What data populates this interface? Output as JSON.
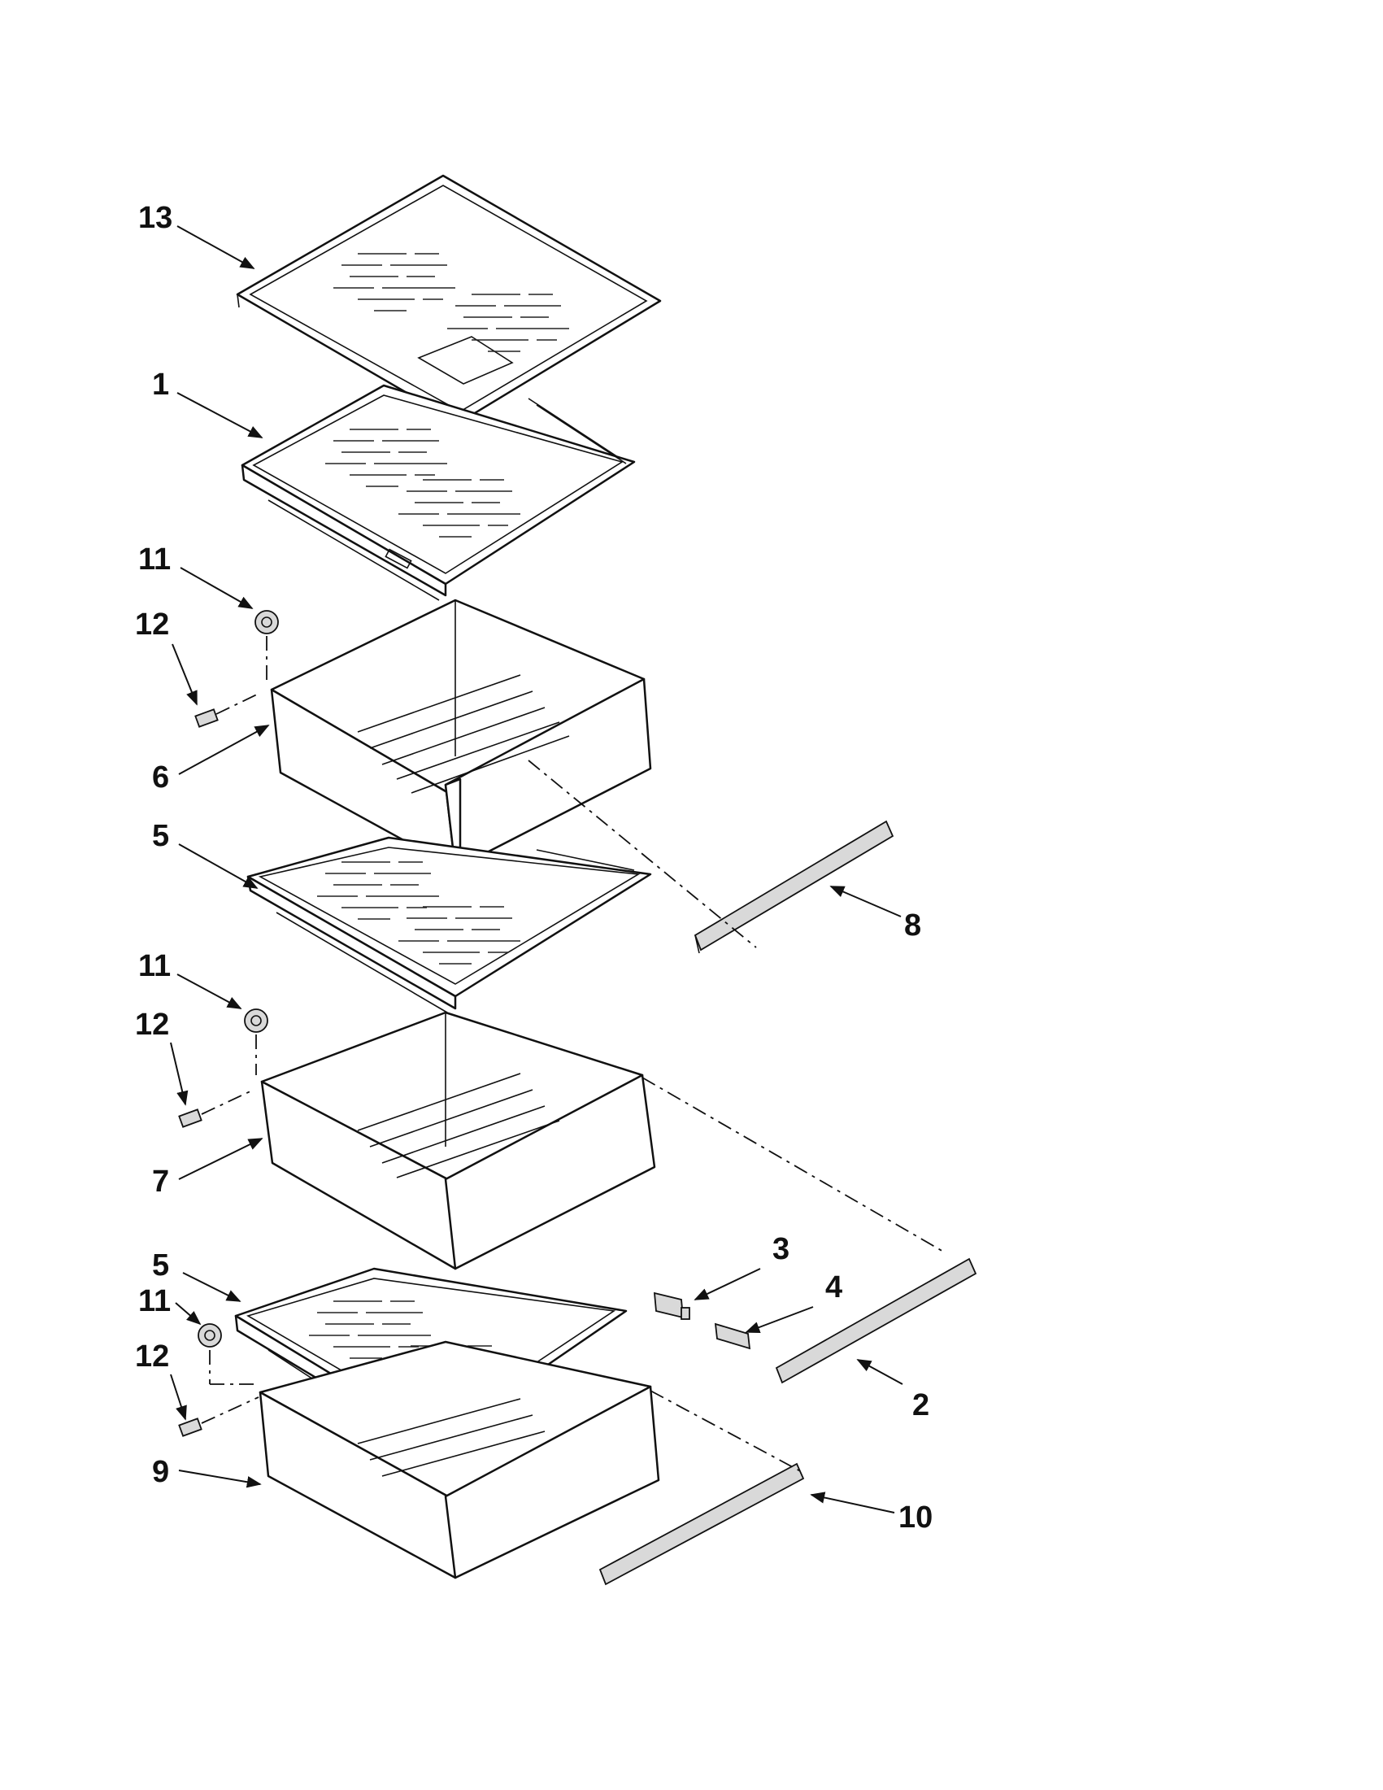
{
  "diagram": {
    "callouts": [
      {
        "id": "13",
        "text": "13"
      },
      {
        "id": "1",
        "text": "1"
      },
      {
        "id": "11a",
        "text": "11"
      },
      {
        "id": "12a",
        "text": "12"
      },
      {
        "id": "6",
        "text": "6"
      },
      {
        "id": "5a",
        "text": "5"
      },
      {
        "id": "8",
        "text": "8"
      },
      {
        "id": "11b",
        "text": "11"
      },
      {
        "id": "12b",
        "text": "12"
      },
      {
        "id": "7",
        "text": "7"
      },
      {
        "id": "5b",
        "text": "5"
      },
      {
        "id": "11c",
        "text": "11"
      },
      {
        "id": "12c",
        "text": "12"
      },
      {
        "id": "3",
        "text": "3"
      },
      {
        "id": "4",
        "text": "4"
      },
      {
        "id": "2",
        "text": "2"
      },
      {
        "id": "9",
        "text": "9"
      },
      {
        "id": "10",
        "text": "10"
      }
    ]
  }
}
